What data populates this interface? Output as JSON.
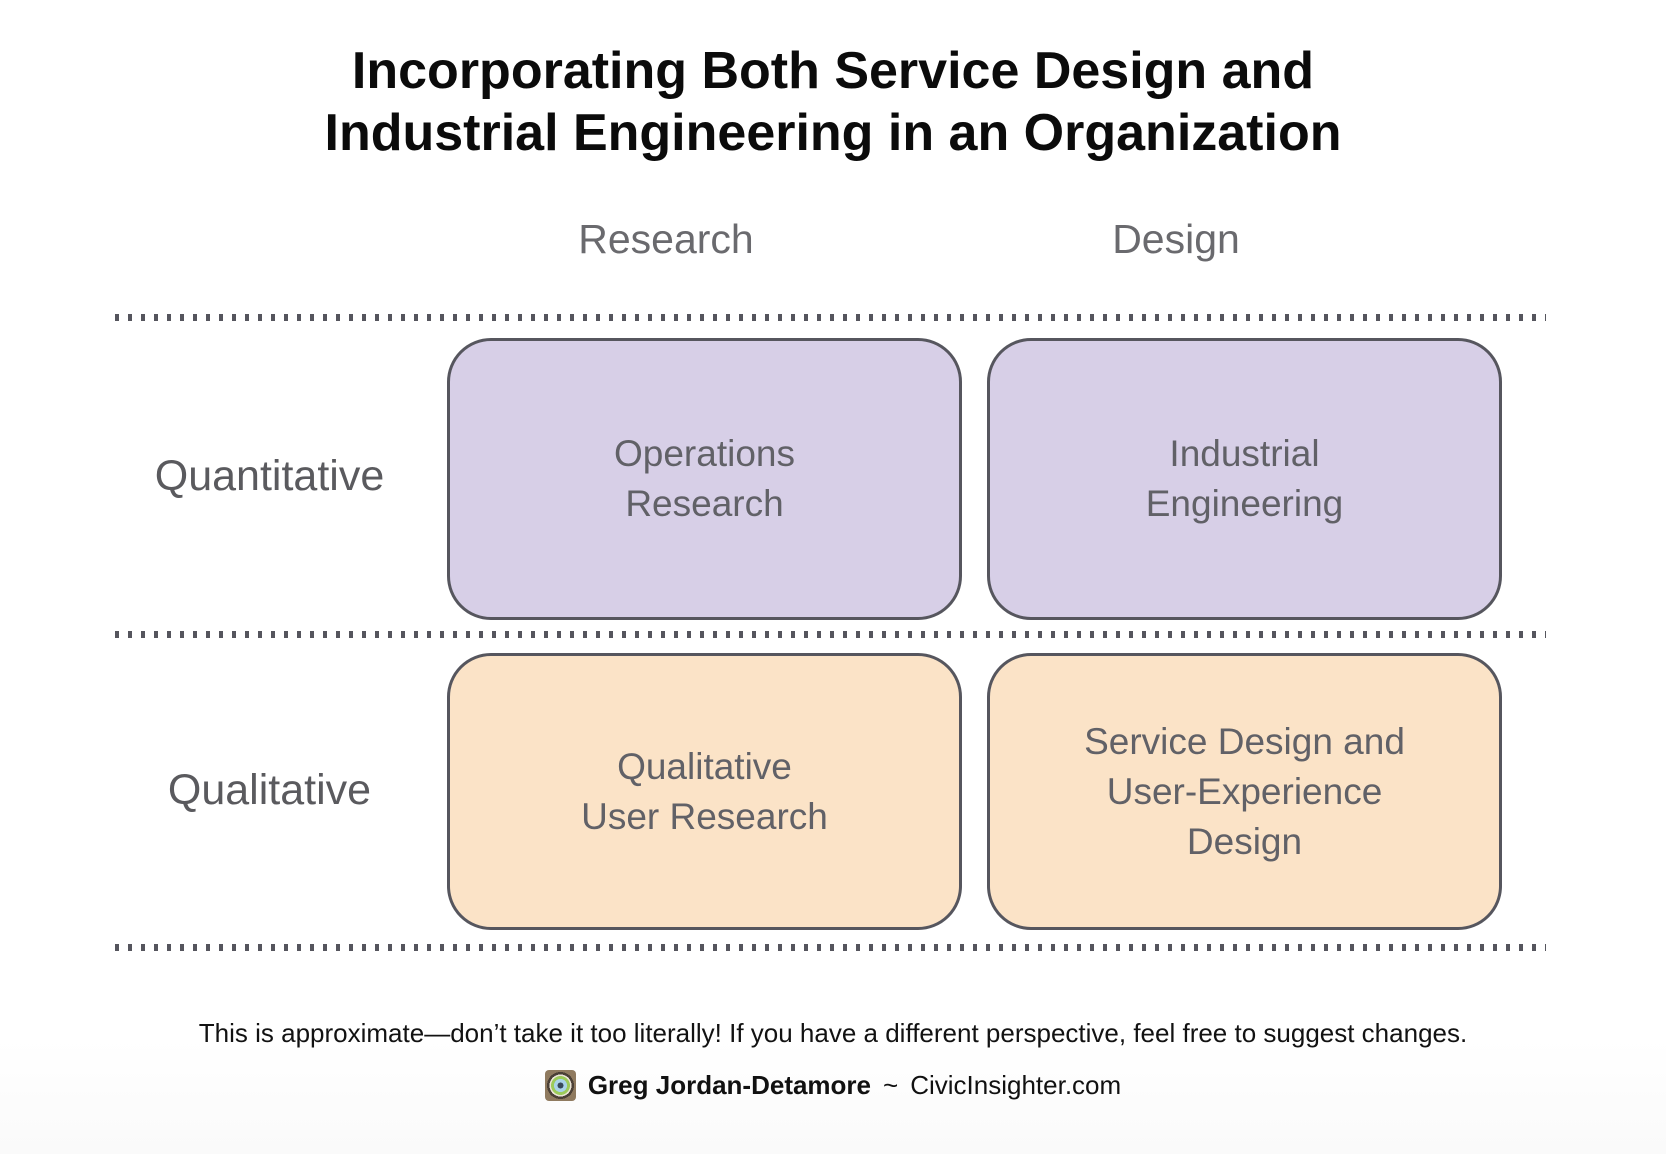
{
  "title": {
    "line1": "Incorporating Both Service Design and",
    "line2": "Industrial Engineering in an Organization"
  },
  "matrix": {
    "column_headers": [
      {
        "label": "Research"
      },
      {
        "label": "Design"
      }
    ],
    "row_labels": [
      {
        "label": "Quantitative"
      },
      {
        "label": "Qualitative"
      }
    ],
    "cells": [
      {
        "row": "Quantitative",
        "column": "Research",
        "label": "Operations\nResearch"
      },
      {
        "row": "Quantitative",
        "column": "Design",
        "label": "Industrial\nEngineering"
      },
      {
        "row": "Qualitative",
        "column": "Research",
        "label": "Qualitative\nUser Research"
      },
      {
        "row": "Qualitative",
        "column": "Design",
        "label": "Service Design and\nUser-Experience\nDesign"
      }
    ],
    "colors": {
      "quantitative_fill": "#D7CFE7",
      "qualitative_fill": "#FBE3C7",
      "cell_border": "#56565E",
      "cell_text": "#616167",
      "header_text": "#6A6A6E",
      "dotted_line": "#55555D"
    }
  },
  "footer": {
    "note": "This is approximate—don’t take it too literally! If you have a different perspective, feel free to suggest changes."
  },
  "attribution": {
    "author": "Greg Jordan-Detamore",
    "separator": "~",
    "website": "CivicInsighter.com",
    "logo": "compass-medallion-icon"
  }
}
